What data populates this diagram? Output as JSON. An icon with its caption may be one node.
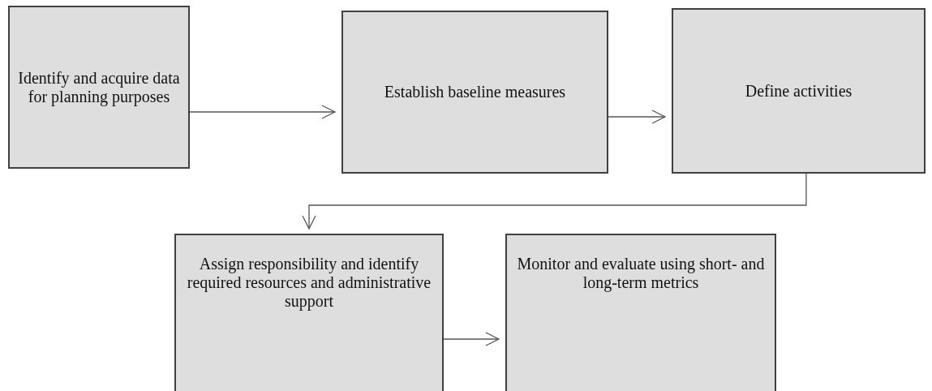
{
  "diagram": {
    "nodes": [
      {
        "text": [
          "Identify and acquire data for planning purposes"
        ]
      },
      {
        "text": [
          "Establish baseline measures"
        ]
      },
      {
        "text": [
          "Define activities"
        ]
      },
      {
        "text": [
          "Assign responsibility and identify required resources and administrative support"
        ]
      },
      {
        "text": [
          "Monitor and evaluate using short- and long-term metrics"
        ]
      }
    ],
    "edges": [
      {
        "from": 0,
        "to": 1,
        "arrow": "to"
      },
      {
        "from": 1,
        "to": 2,
        "arrow": "to"
      },
      {
        "from": 2,
        "to": 3,
        "arrow": "to"
      },
      {
        "from": 3,
        "to": 4,
        "arrow": "to"
      }
    ]
  }
}
